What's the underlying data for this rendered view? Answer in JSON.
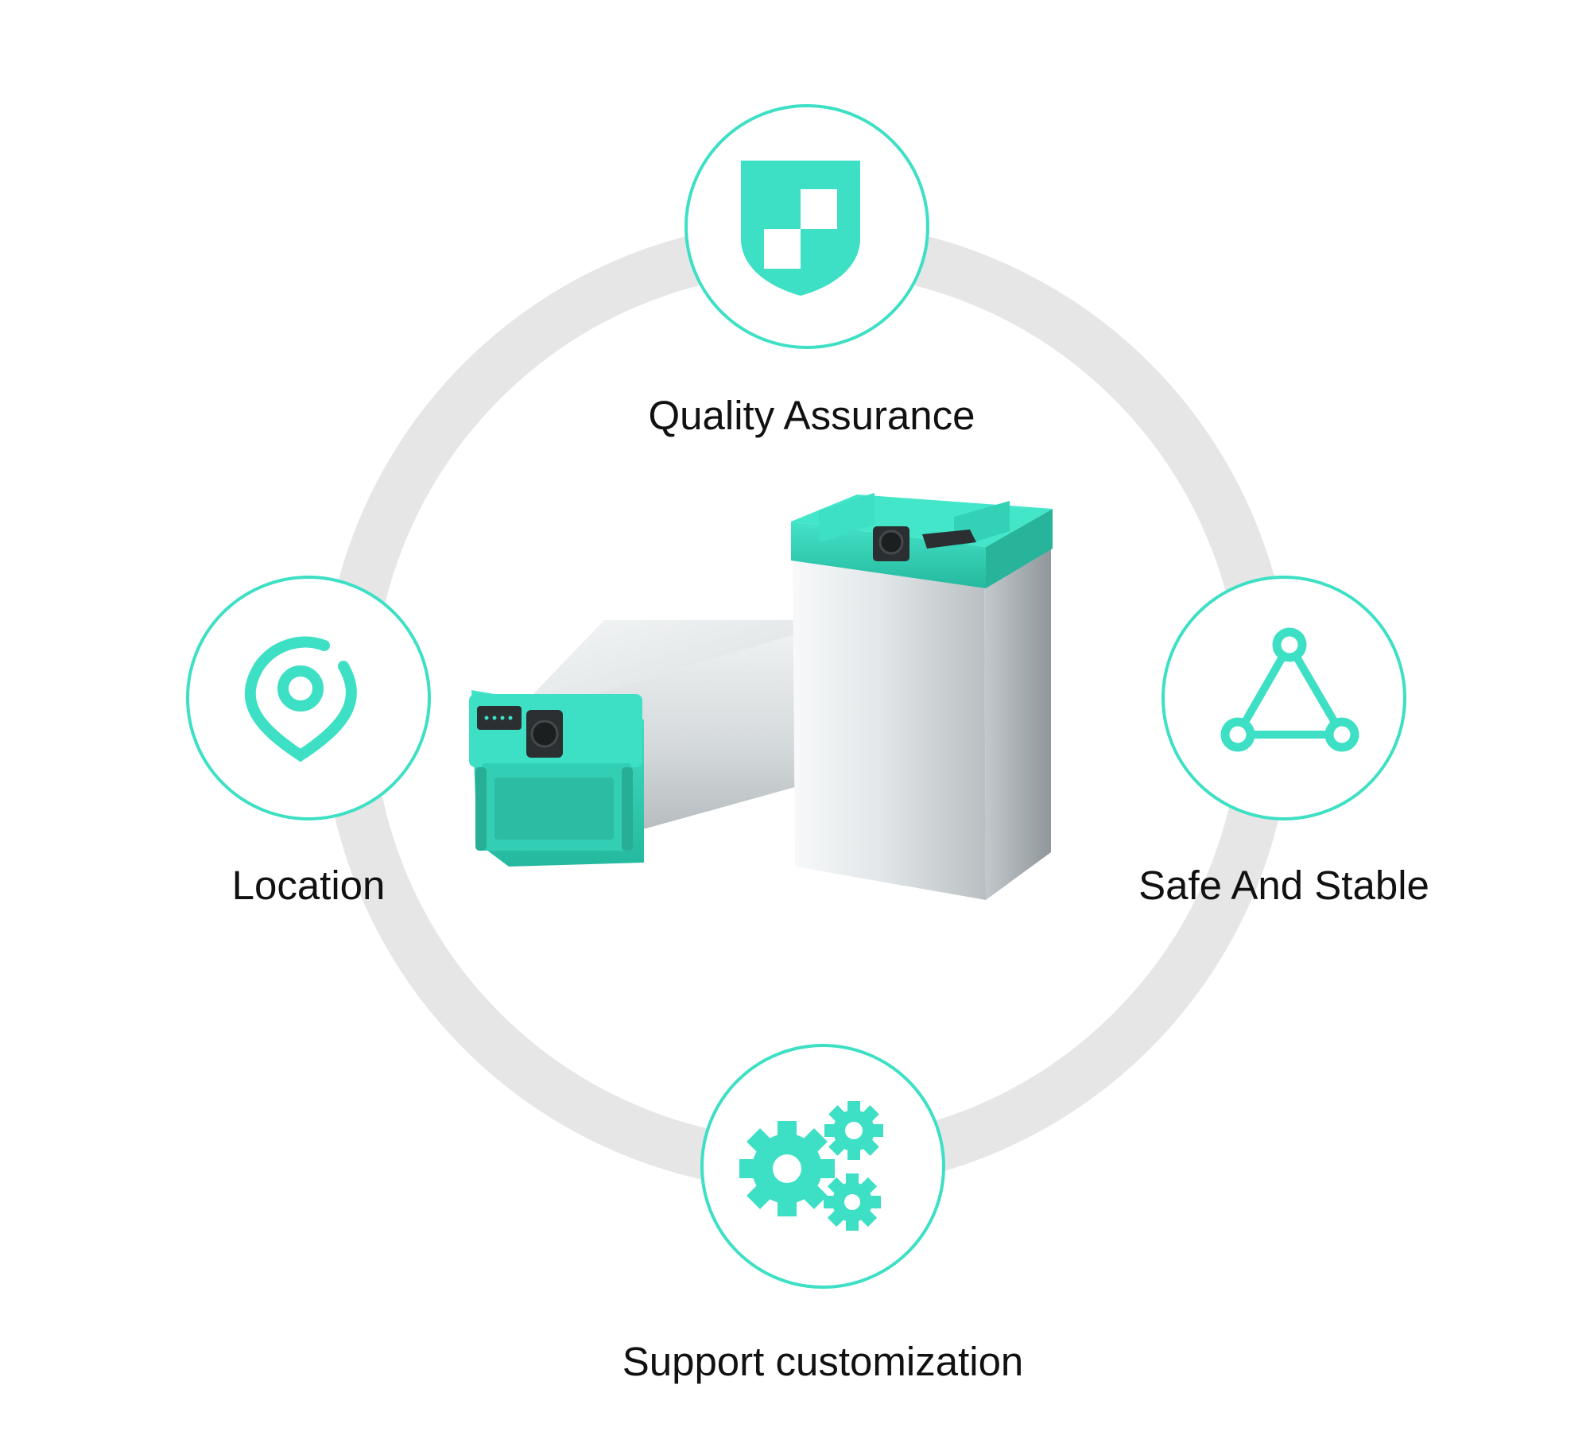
{
  "features": [
    {
      "id": "quality",
      "label": "Quality Assurance",
      "icon": "shield-icon"
    },
    {
      "id": "location",
      "label": "Location",
      "icon": "location-pin-icon"
    },
    {
      "id": "safe",
      "label": "Safe And Stable",
      "icon": "triangle-network-icon"
    },
    {
      "id": "custom",
      "label": "Support customization",
      "icon": "gears-icon"
    }
  ],
  "colors": {
    "accent": "#3de0c4",
    "ring": "#e6e6e6",
    "text": "#111111",
    "background": "#ffffff",
    "metal_light": "#f2f4f5",
    "metal_mid": "#cfd4d6",
    "metal_dark": "#9ea5a8",
    "connector": "#2b2f31"
  }
}
